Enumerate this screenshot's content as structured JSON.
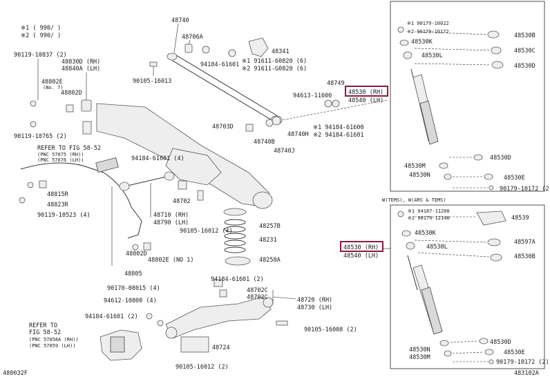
{
  "colors": {
    "highlight": "#8b1a3a",
    "line": "#222222"
  },
  "notes": {
    "n1": "※1 (       990/ )",
    "n2": "※2 ( 990/       )"
  },
  "labels": {
    "p48740": "48740",
    "p48706A": "48706A",
    "p48341": "48341",
    "p94184_61601a": "94184-61601",
    "p91611_60820": "※1 91611-60820 (6)",
    "p91611_G0820": "※2 91611-G0820 (6)",
    "p90105_16013": "90105-16013",
    "p90119_10837": "90119-10837 (2)",
    "p48830D": "48830D (RH)",
    "p48840A": "48840A (LH)",
    "p48802E_a": "48802E",
    "pNo7": "(No. 7)",
    "p48802D_a": "48802D",
    "p90119_10765": "90119-10765 (2)",
    "p48749": "48749",
    "p94613_11600": "94613-11600",
    "p48530RH_top": "48530 (RH)",
    "p48540LH_top": "48540 (LH)",
    "p48703D": "48703D",
    "p48740B": "48740B",
    "p48740H": "48740H",
    "p48740J": "48740J",
    "p94184_61600": "※1 94184-61600",
    "p94184_61601b": "※2 94184-61601",
    "refer1": "REFER TO FIG 58-52",
    "refer1a": "(PNC 57075 (RH))",
    "refer1b": "(PNC 57076 (LH))",
    "p94184_61601c": "94184-61601 (4)",
    "p48815R": "48815R",
    "p48823R": "48823R",
    "p90119_10523": "90119-10523 (4)",
    "p48702": "48702",
    "p48710": "48710 (RH)",
    "p48790": "48790 (LH)",
    "p90105_16012a": "90105-16012 (4)",
    "p48257B": "48257B",
    "p48231": "48231",
    "p48258A": "48258A",
    "p48802D_b": "48802D",
    "p48802E_b": "48802E (NO 1)",
    "p48805": "48805",
    "p90170_08015": "90170-08015 (4)",
    "p94612_10800": "94612-10800 (4)",
    "p94184_61601d": "94184-61601 (2)",
    "p94184_61601e": "94184-61601 (2)",
    "p48702C_a": "48702C",
    "p48702C_b": "48702C",
    "p48720": "48720 (RH)",
    "p48730": "48730 (LH)",
    "p90105_16008": "90105-16008 (2)",
    "refer2": "REFER TO",
    "refer2a": "FIG 58-52",
    "refer2b": "(PNC 57058A (RH))",
    "refer2c": "(PNC 57059 (LH))",
    "p48724": "48724",
    "p90105_16012b": "90105-16012 (2)",
    "code_left": "480032F",
    "code_right": "483102A",
    "r_90179_10022": "※1 90179-10022",
    "r_90179_10172a": "※2 90179-10172",
    "r_48530B_1": "48530B",
    "r_48530K_1": "48530K",
    "r_48530C": "48530C",
    "r_48530L_1": "48530L",
    "r_48530D_1": "48530D",
    "r_48530D_2": "48530D",
    "r_48530M_1": "48530M",
    "r_48530N_1": "48530N",
    "r_48530E_1": "48530E",
    "r_90179_10172b": "90179-10172 (2)",
    "r_header": "W(TEMS), W(ARS & TEMS)",
    "r_94187": "※1 94187-11200",
    "r_90179_12140": "※2 90179-12140",
    "r_48539": "48539",
    "r_48530K_2": "48530K",
    "r_48597A": "48597A",
    "r_48530L_2": "48530L",
    "r_48530B_2": "48530B",
    "r_48530RH_mid": "48530 (RH)",
    "r_48540LH_mid": "48540 (LH)",
    "r_48530D_3": "48530D",
    "r_48530N_2": "48530N",
    "r_48530E_2": "48530E",
    "r_48530M_2": "48530M",
    "r_90179_10172c": "90179-10172 (2)"
  }
}
